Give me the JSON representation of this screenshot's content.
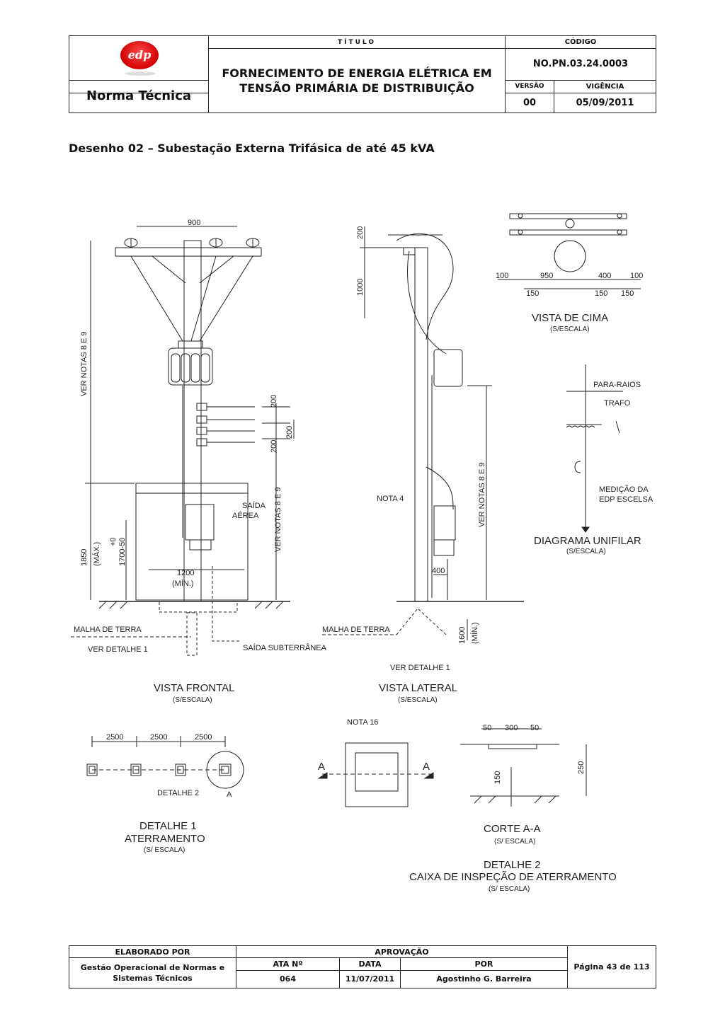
{
  "header": {
    "company": "edp",
    "doc_type": "Norma Técnica",
    "title_label": "TÍTULO",
    "title_line1": "FORNECIMENTO DE ENERGIA ELÉTRICA EM",
    "title_line2": "TENSÃO PRIMÁRIA DE DISTRIBUIÇÃO",
    "code_label": "CÓDIGO",
    "code": "NO.PN.03.24.0003",
    "version_label": "VERSÃO",
    "version": "00",
    "validity_label": "VIGÊNCIA",
    "validity": "05/09/2011"
  },
  "drawing_title": "Desenho 02 – Subestação Externa Trifásica de até 45 kVA",
  "views": {
    "frontal": {
      "title": "VISTA FRONTAL",
      "scale": "(S/ESCALA)"
    },
    "lateral": {
      "title": "VISTA LATERAL",
      "scale": "(S/ESCALA)"
    },
    "top": {
      "title": "VISTA DE CIMA",
      "scale": "(S/ESCALA)"
    },
    "diagram": {
      "title": "DIAGRAMA UNIFILAR",
      "scale": "(S/ESCALA)"
    },
    "detail1": {
      "title": "DETALHE 1",
      "title2": "ATERRAMENTO",
      "scale": "(S/ ESCALA)"
    },
    "corte": {
      "title": "CORTE A-A",
      "scale": "(S/ ESCALA)"
    },
    "detail2": {
      "title": "DETALHE 2",
      "title2": "CAIXA DE INSPEÇÃO DE ATERRAMENTO",
      "scale": "(S/ ESCALA)"
    }
  },
  "labels": {
    "ver_notas": "VER NOTAS 8 E 9",
    "saida_aerea_1": "SAÍDA",
    "saida_aerea_2": "AÉREA",
    "saida_subterranea": "SAÍDA SUBTERRÂNEA",
    "malha": "MALHA DE TERRA",
    "ver_detalhe_1": "VER DETALHE 1",
    "nota4": "NOTA 4",
    "nota16": "NOTA 16",
    "detalhe2": "DETALHE 2",
    "para_raios": "PARA-RAIOS",
    "trafo": "TRAFO",
    "medicao1": "MEDIÇÃO DA",
    "medicao2": "EDP ESCELSA",
    "min": "(MÍN.)",
    "max": "(MÁX.)",
    "d900": "900",
    "d200": "200",
    "d1000": "1000",
    "d1850": "1850",
    "d1700": "1700-50",
    "dplus0": "+0",
    "d1200": "1200",
    "d400": "400",
    "d1600": "1600",
    "d2500": "2500",
    "d300": "300",
    "d50": "50",
    "d250": "250",
    "d150": "150",
    "d950": "950",
    "d100": "100",
    "dA": "A"
  },
  "footer": {
    "prepared_label": "ELABORADO POR",
    "prepared_by_1": "Gestão Operacional de Normas e",
    "prepared_by_2": "Sistemas Técnicos",
    "approval_label": "APROVAÇÃO",
    "ata_label": "ATA Nº",
    "ata": "064",
    "date_label": "DATA",
    "date": "11/07/2011",
    "by_label": "POR",
    "by": "Agostinho G. Barreira",
    "page": "Página 43 de 113"
  }
}
